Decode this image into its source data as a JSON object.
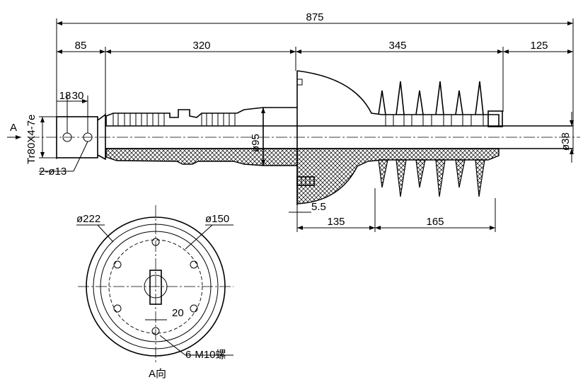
{
  "drawing": {
    "overall_length": "875",
    "seg_85": "85",
    "seg_320": "320",
    "seg_345": "345",
    "seg_125": "125",
    "dim_18": "18",
    "dim_30": "30",
    "thread_label": "Tr80X4-7e",
    "hole_label": "2-ø13",
    "dia_95": "ø95",
    "dia_38": "ø38",
    "dim_5_5": "5.5",
    "dim_135": "135",
    "dim_165": "165",
    "view_arrow": "A",
    "dia_222": "ø222",
    "dia_150": "ø150",
    "dim_20": "20",
    "bolt_label": "6-M10螺",
    "view_label": "A向"
  }
}
